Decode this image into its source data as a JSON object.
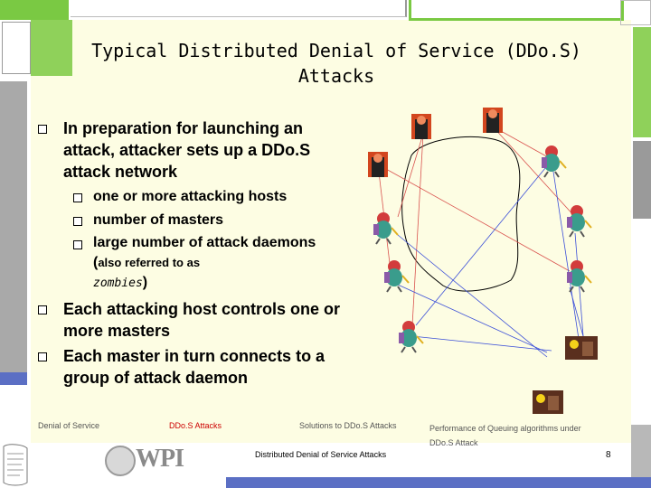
{
  "slide": {
    "title": "Typical Distributed Denial of Service (DDo.S) Attacks",
    "bullets": [
      {
        "text": "In preparation for launching an attack, attacker sets up a DDo.S attack network"
      },
      {
        "text": "one or more attacking hosts"
      },
      {
        "text": "number of masters"
      },
      {
        "text": "large number of attack daemons (",
        "note": "also referred to as",
        "term": "zombies",
        "close": ")"
      },
      {
        "text": "Each attacking host controls one or more masters"
      },
      {
        "text": "Each  master in turn connects to a group of attack daemon"
      }
    ]
  },
  "footer": {
    "nav": [
      "Denial of Service",
      "DDo.S Attacks",
      "Solutions to DDo.S Attacks",
      "Performance of Queuing algorithms under DDo.S Attack"
    ],
    "center": "Distributed Denial of Service Attacks",
    "page": "8",
    "logo": "WPI"
  },
  "colors": {
    "background": "#fdfde3",
    "accent_green": "#7ac943",
    "accent_blue": "#5b6fc4",
    "line_red": "#d9534f",
    "line_blue": "#3b4fd8",
    "active_nav": "#cc0000"
  },
  "icons": [
    "attacker-devil-icon",
    "zombie-daemon-icon",
    "victim-icon"
  ]
}
